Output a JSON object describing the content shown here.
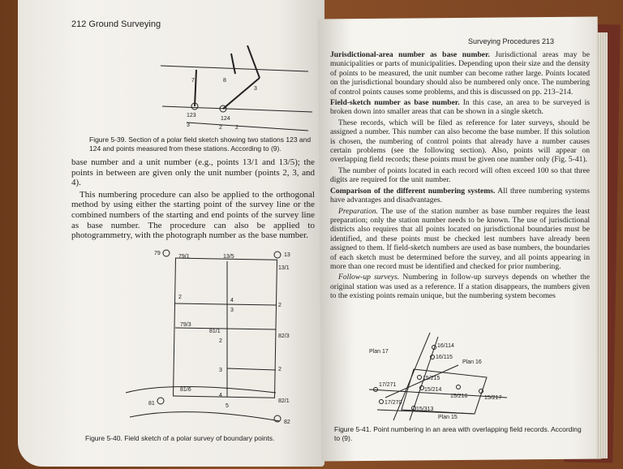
{
  "left_page": {
    "header": "212  Ground Surveying",
    "fig39_caption": "Figure 5-39. Section of a polar field sketch showing two stations 123 and 124 and points measured from these stations. According to (9).",
    "fig39_labels": [
      "7",
      "8",
      "3",
      "123",
      "124",
      "3",
      "2",
      "2"
    ],
    "para1": "base number and a unit number (e.g., points 13/1 and 13/5); the points in between are given only the unit number (points 2, 3, and 4).",
    "para2": "This numbering procedure can also be applied to the orthogonal method by using either the starting point of the survey line or the combined numbers of the starting and end points of the survey line as base number. The procedure can also be applied to photogrammetry, with the photograph number as the base number.",
    "fig40_labels": [
      "79",
      "79/1",
      "13/5",
      "13",
      "13/1",
      "2",
      "4",
      "3",
      "2",
      "79/3",
      "81/1",
      "2",
      "82/3",
      "3",
      "2",
      "81/6",
      "4",
      "5",
      "82/1",
      "81",
      "82"
    ],
    "fig40_caption": "Figure 5-40. Field sketch of a polar survey of boundary points."
  },
  "right_page": {
    "header": "Surveying Procedures  213",
    "s1_title": "Jurisdictional-area number as base number.",
    "s1_text": " Jurisdictional areas may be municipalities or parts of municipalities. Depending upon their size and the density of points to be measured, the unit number can become rather large. Points located on the jurisdictional boundary should also be numbered only once. The numbering of control points causes some problems, and this is discussed on pp. 213–214.",
    "s2_title": "Field-sketch number as base number.",
    "s2_text": " In this case, an area to be surveyed is broken down into smaller areas that can be shown in a single sketch.",
    "s2_p2": "These records, which will be filed as reference for later surveys, should be assigned a number. This number can also become the base number. If this solution is chosen, the numbering of control points that already have a number causes certain problems (see the following section). Also, points will appear on overlapping field records; these points must be given one number only (Fig. 5-41).",
    "s2_p3": "The number of points located in each record will often exceed 100 so that three digits are required for the unit number.",
    "s3_title": "Comparison of the different numbering systems.",
    "s3_text": " All three numbering systems have advantages and disadvantages.",
    "prep_title": "Preparation.",
    "prep_text": " The use of the station number as base number requires the least preparation; only the station number needs to be known. The use of jurisdictional districts also requires that all points located on jurisdictional boundaries must be identified, and these points must be checked lest numbers have already been assigned to them. If field-sketch numbers are used as base numbers, the boundaries of each sketch must be determined before the survey, and all points appearing in more than one record must be identified and checked for prior numbering.",
    "follow_title": "Follow-up surveys.",
    "follow_text": " Numbering in follow-up surveys depends on whether the original station was used as a reference. If a station disappears, the numbers given to the existing points remain unique, but the numbering system becomes",
    "fig41_labels": [
      "Plan 17",
      "Plan 16",
      "Plan 15",
      "16/114",
      "16/115",
      "15/215",
      "15/214",
      "15/216",
      "15/217",
      "17/271",
      "17/270",
      "15/313"
    ],
    "fig41_caption": "Figure 5-41. Point numbering in an area with overlapping field records. According to (9)."
  }
}
